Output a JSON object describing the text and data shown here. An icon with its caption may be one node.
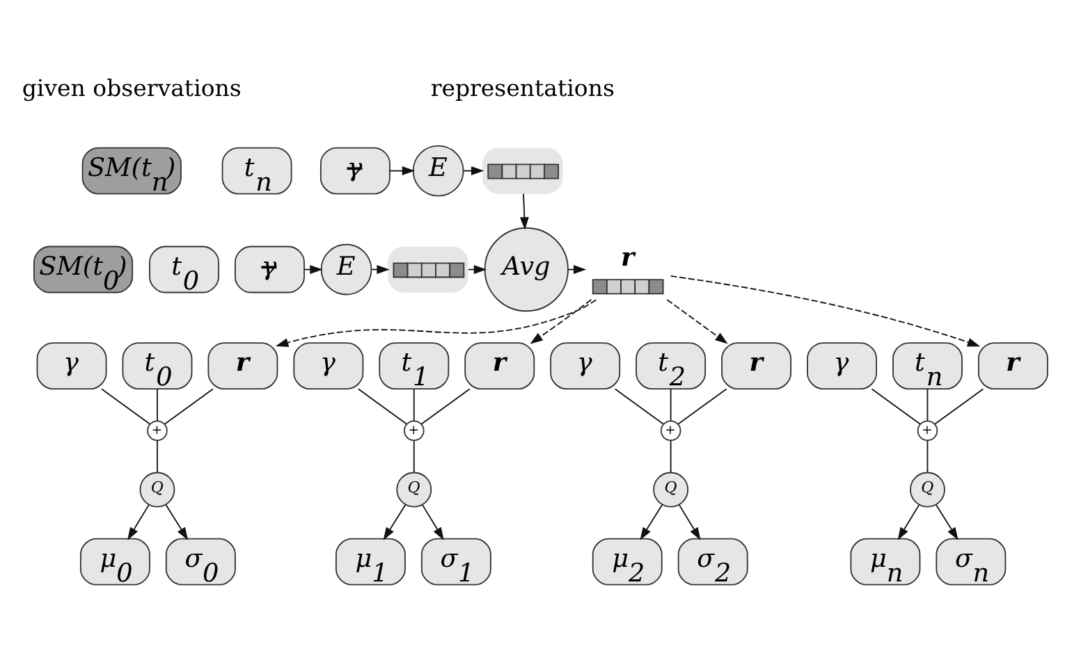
{
  "diagram": {
    "nodes": [
      {
        "text": [
          "SM(t$_{n}$)"
        ]
      },
      {
        "text": [
          "t$_{n}$"
        ]
      },
      {
        "text": [
          "γ"
        ]
      },
      {
        "text": [
          "E"
        ]
      },
      {
        "text": [],
        "shape": "bar"
      },
      {
        "text": [
          "SM(t$_{0}$)"
        ]
      },
      {
        "text": [
          "t$_{0}$"
        ]
      },
      {
        "text": [
          "γ"
        ]
      },
      {
        "text": [
          "E"
        ]
      },
      {
        "text": [],
        "shape": "bar"
      },
      {
        "text": [
          "Avg"
        ]
      },
      {
        "text": [
          "r"
        ]
      },
      {
        "text": [
          "γ"
        ]
      },
      {
        "text": [
          "t$_{0}$"
        ]
      },
      {
        "text": [
          "r"
        ]
      },
      {
        "text": [
          "+"
        ]
      },
      {
        "text": [
          "Q"
        ]
      },
      {
        "text": [
          "μ$_{0}$"
        ]
      },
      {
        "text": [
          "σ$_{0}$"
        ]
      },
      {
        "text": [
          "γ"
        ]
      },
      {
        "text": [
          "t$_{1}$"
        ]
      },
      {
        "text": [
          "r"
        ]
      },
      {
        "text": [
          "+"
        ]
      },
      {
        "text": [
          "Q"
        ]
      },
      {
        "text": [
          "μ$_{1}$"
        ]
      },
      {
        "text": [
          "σ$_{1}$"
        ]
      },
      {
        "text": [
          "γ"
        ]
      },
      {
        "text": [
          "t$_{2}$"
        ]
      },
      {
        "text": [
          "r"
        ]
      },
      {
        "text": [
          "+"
        ]
      },
      {
        "text": [
          "Q"
        ]
      },
      {
        "text": [
          "μ$_{2}$"
        ]
      },
      {
        "text": [
          "σ$_{2}$"
        ]
      },
      {
        "text": [
          "γ"
        ]
      },
      {
        "text": [
          "t$_{n}$"
        ]
      },
      {
        "text": [
          "r"
        ]
      },
      {
        "text": [
          "+"
        ]
      },
      {
        "text": [
          "Q"
        ]
      },
      {
        "text": [
          "μ$_{n}$"
        ]
      },
      {
        "text": [
          "σ$_{n}$"
        ]
      }
    ],
    "edges": [
      {
        "from": 2,
        "to": 3,
        "arrow": "to"
      },
      {
        "from": 3,
        "to": 4,
        "arrow": "to"
      },
      {
        "from": 7,
        "to": 8,
        "arrow": "to"
      },
      {
        "from": 8,
        "to": 9,
        "arrow": "to"
      },
      {
        "from": 4,
        "to": 10,
        "arrow": "to"
      },
      {
        "from": 9,
        "to": 10,
        "arrow": "to"
      },
      {
        "from": 10,
        "to": 11,
        "arrow": "to"
      },
      {
        "from": 11,
        "to": 14,
        "arrow": "to",
        "style": "dashed"
      },
      {
        "from": 11,
        "to": 21,
        "arrow": "to",
        "style": "dashed"
      },
      {
        "from": 11,
        "to": 28,
        "arrow": "to",
        "style": "dashed"
      },
      {
        "from": 11,
        "to": 35,
        "arrow": "to",
        "style": "dashed"
      },
      {
        "from": 12,
        "to": 15,
        "arrow": "none"
      },
      {
        "from": 13,
        "to": 15,
        "arrow": "none"
      },
      {
        "from": 14,
        "to": 15,
        "arrow": "none"
      },
      {
        "from": 15,
        "to": 16,
        "arrow": "none"
      },
      {
        "from": 16,
        "to": 17,
        "arrow": "to"
      },
      {
        "from": 16,
        "to": 18,
        "arrow": "to"
      },
      {
        "from": 19,
        "to": 22,
        "arrow": "none"
      },
      {
        "from": 20,
        "to": 22,
        "arrow": "none"
      },
      {
        "from": 21,
        "to": 22,
        "arrow": "none"
      },
      {
        "from": 22,
        "to": 23,
        "arrow": "none"
      },
      {
        "from": 23,
        "to": 24,
        "arrow": "to"
      },
      {
        "from": 23,
        "to": 25,
        "arrow": "to"
      },
      {
        "from": 26,
        "to": 29,
        "arrow": "none"
      },
      {
        "from": 27,
        "to": 29,
        "arrow": "none"
      },
      {
        "from": 28,
        "to": 29,
        "arrow": "none"
      },
      {
        "from": 29,
        "to": 30,
        "arrow": "none"
      },
      {
        "from": 30,
        "to": 31,
        "arrow": "to"
      },
      {
        "from": 30,
        "to": 32,
        "arrow": "to"
      },
      {
        "from": 33,
        "to": 36,
        "arrow": "none"
      },
      {
        "from": 34,
        "to": 36,
        "arrow": "none"
      },
      {
        "from": 35,
        "to": 36,
        "arrow": "none"
      },
      {
        "from": 36,
        "to": 37,
        "arrow": "none"
      },
      {
        "from": 37,
        "to": 38,
        "arrow": "to"
      },
      {
        "from": 37,
        "to": 39,
        "arrow": "to"
      }
    ],
    "labels": [
      "given observations",
      "representations"
    ]
  }
}
